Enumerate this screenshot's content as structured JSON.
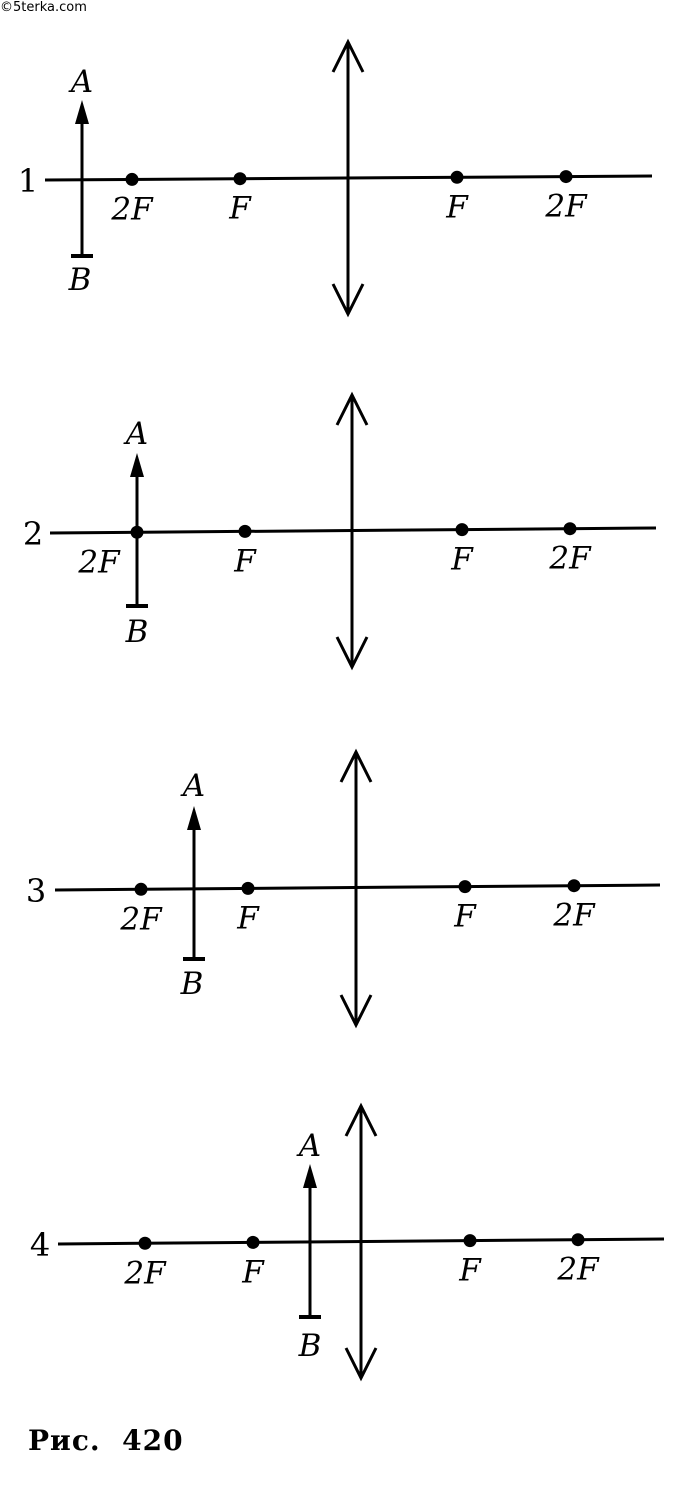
{
  "watermark": "©5terka.com",
  "caption": "Рис.  420",
  "labels": {
    "object_top": "A",
    "object_bottom": "B"
  },
  "diagrams": [
    {
      "number": "1",
      "left_points": [
        "2F",
        "F"
      ],
      "right_points": [
        "F",
        "2F"
      ]
    },
    {
      "number": "2",
      "left_points": [
        "2F",
        "F"
      ],
      "right_points": [
        "F",
        "2F"
      ]
    },
    {
      "number": "3",
      "left_points": [
        "2F",
        "F"
      ],
      "right_points": [
        "F",
        "2F"
      ]
    },
    {
      "number": "4",
      "left_points": [
        "2F",
        "F"
      ],
      "right_points": [
        "F",
        "2F"
      ]
    }
  ],
  "colors": {
    "ink": "#000000",
    "background": "#ffffff"
  }
}
